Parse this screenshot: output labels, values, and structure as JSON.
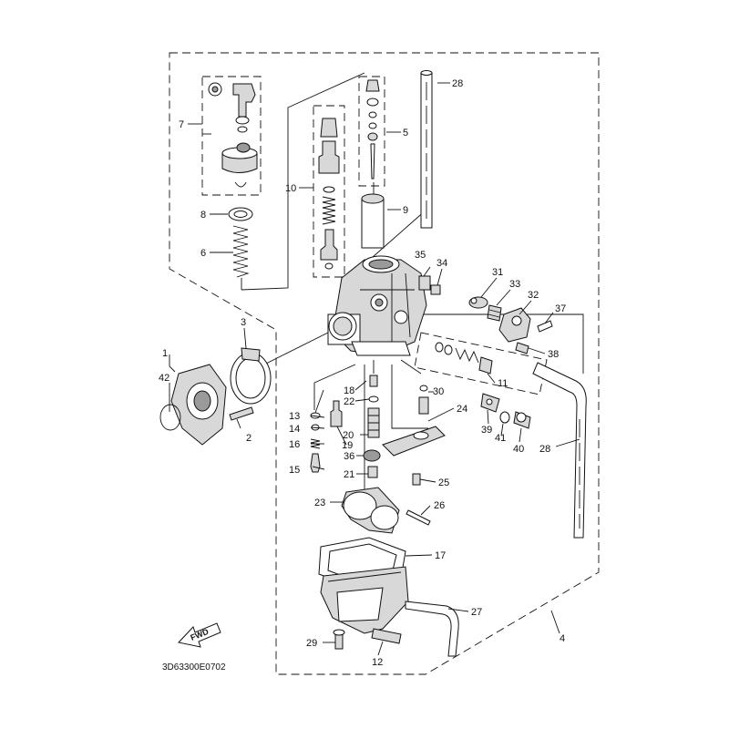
{
  "diagram_code": "3D63300E0702",
  "fwd_label": "FWD",
  "parts": {
    "p1": "1",
    "p2": "2",
    "p3": "3",
    "p4": "4",
    "p5": "5",
    "p6": "6",
    "p7": "7",
    "p8": "8",
    "p9": "9",
    "p10": "10",
    "p11": "11",
    "p12": "12",
    "p13": "13",
    "p14": "14",
    "p15": "15",
    "p16": "16",
    "p17": "17",
    "p18": "18",
    "p19": "19",
    "p20": "20",
    "p21": "21",
    "p22": "22",
    "p23": "23",
    "p24": "24",
    "p25": "25",
    "p26": "26",
    "p27": "27",
    "p28a": "28",
    "p28b": "28",
    "p29": "29",
    "p30": "30",
    "p31": "31",
    "p32": "32",
    "p33": "33",
    "p34": "34",
    "p35": "35",
    "p36": "36",
    "p37": "37",
    "p38": "38",
    "p39": "39",
    "p40": "40",
    "p41": "41",
    "p42": "42"
  }
}
